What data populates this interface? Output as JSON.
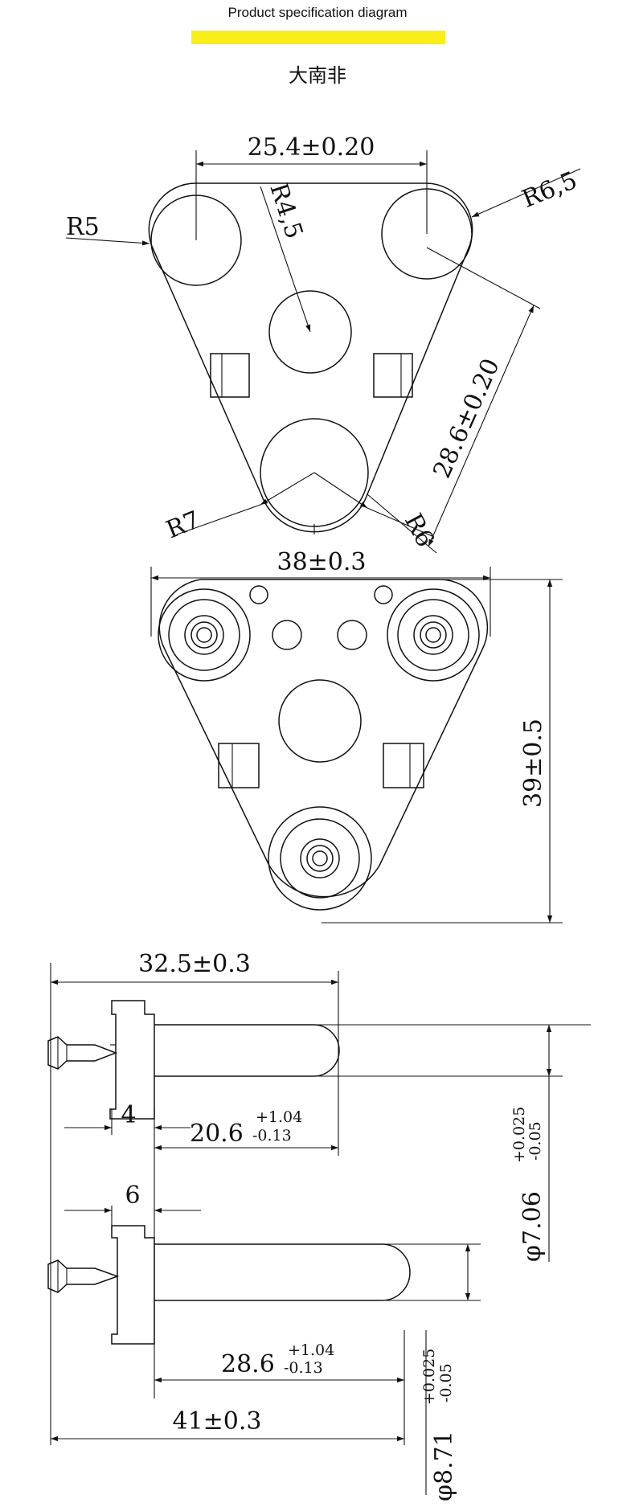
{
  "header": {
    "title": "Product specification diagram",
    "subtitle": "大南非",
    "accent_color": "#f8ee1a"
  },
  "diagram": {
    "top_view": {
      "width_dim": "25.4±0.20",
      "r_left": "R5",
      "r_center": "R4,5",
      "r_right": "R6,5",
      "diag_dim": "28.6±0.20",
      "r_bottom_left": "R7",
      "r_bottom_right": "R6"
    },
    "bottom_view": {
      "width_dim": "38±0.3",
      "height_dim": "39±0.5"
    },
    "side_view": {
      "top_length": "32.5±0.3",
      "dim_4": "4",
      "pin1_base": "20.6",
      "pin1_tol_upper": "+1.04",
      "pin1_tol_lower": "-0.13",
      "dim_6": "6",
      "diam1_base": "φ7.06",
      "diam1_tol_upper": "+0.025",
      "diam1_tol_lower": "-0.05",
      "pin2_base": "28.6",
      "pin2_tol_upper": "+1.04",
      "pin2_tol_lower": "-0.13",
      "bottom_length": "41±0.3",
      "diam2_base": "φ8.71",
      "diam2_tol_upper": "+0.025",
      "diam2_tol_lower": "-0.05"
    }
  }
}
